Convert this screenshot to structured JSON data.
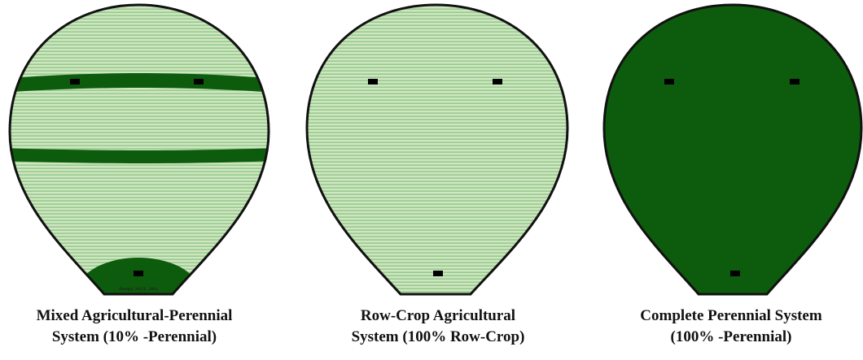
{
  "credit": "Design: JAGL, 2011",
  "colors": {
    "dark_green": "#0d5c0d",
    "light_green": "#cfe6c3",
    "stripe_green": "#7fbf73",
    "outline": "#111111",
    "marker": "#000000"
  },
  "panels": [
    {
      "caption_line1": "Mixed Agricultural-Perennial",
      "caption_line2": "System (10% -Perennial)",
      "fill": "striped",
      "perennial_strips": 2,
      "perennial_bottom_patch": true,
      "markers": 3
    },
    {
      "caption_line1": "Row-Crop Agricultural",
      "caption_line2": "System (100% Row-Crop)",
      "fill": "striped",
      "perennial_strips": 0,
      "perennial_bottom_patch": false,
      "markers": 3
    },
    {
      "caption_line1": "Complete Perennial System",
      "caption_line2": "(100% -Perennial)",
      "fill": "solid",
      "perennial_strips": 0,
      "perennial_bottom_patch": false,
      "markers": 3
    }
  ]
}
